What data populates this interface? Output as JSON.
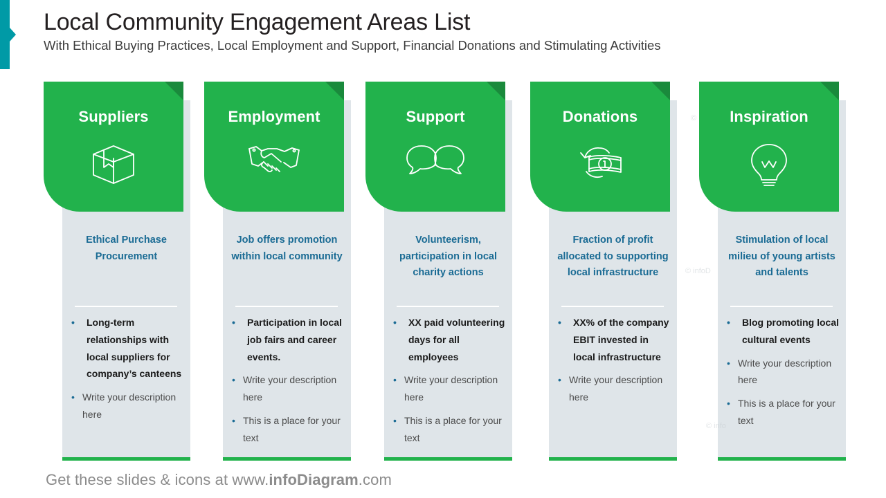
{
  "header": {
    "title": "Local Community Engagement Areas List",
    "subtitle": "With Ethical Buying Practices, Local Employment and Support, Financial Donations and Stimulating Activities"
  },
  "theme": {
    "green": "#22b24c",
    "green_dark": "#1a8a3c",
    "body_gray": "#dfe5e9",
    "teal_accent": "#009aa6",
    "text_blue": "#1a6b94"
  },
  "watermarks": {
    "mark_1": "©",
    "mark_2": "© infoD",
    "mark_3": "© info"
  },
  "footer": {
    "prefix": "Get these slides & icons at www.",
    "brand": "infoDiagram",
    "suffix": ".com"
  },
  "cards": [
    {
      "title": "Suppliers",
      "icon": "box-package-icon",
      "subtitle": "Ethical Purchase Procurement",
      "bullets": [
        {
          "text": "Long-term relationships with local  suppliers for company’s canteens",
          "strong": true
        },
        {
          "text": "Write your description here",
          "strong": false
        }
      ]
    },
    {
      "title": "Employment",
      "icon": "handshake-icon",
      "subtitle": "Job offers promotion within local community",
      "bullets": [
        {
          "text": "Participation in local job fairs and career events.",
          "strong": true
        },
        {
          "text": "Write your description here",
          "strong": false
        },
        {
          "text": "This is a place for your text",
          "strong": false
        }
      ]
    },
    {
      "title": "Support",
      "icon": "speech-bubbles-icon",
      "subtitle": "Volunteerism, participation in local charity actions",
      "bullets": [
        {
          "text": "XX paid volunteering days for all employees",
          "strong": true
        },
        {
          "text": "Write your description here",
          "strong": false
        },
        {
          "text": "This is a place for your text",
          "strong": false
        }
      ]
    },
    {
      "title": "Donations",
      "icon": "banknote-recycle-icon",
      "subtitle": "Fraction of profit allocated to supporting local infrastructure",
      "bullets": [
        {
          "text": "XX% of the company EBIT invested in local infrastructure",
          "strong": true
        },
        {
          "text": "Write your description here",
          "strong": false
        }
      ]
    },
    {
      "title": "Inspiration",
      "icon": "lightbulb-icon",
      "subtitle": "Stimulation of local milieu of young artists and talents",
      "bullets": [
        {
          "text": "Blog promoting local cultural events",
          "strong": true
        },
        {
          "text": "Write your description here",
          "strong": false
        },
        {
          "text": "This is a place for your text",
          "strong": false
        }
      ]
    }
  ]
}
